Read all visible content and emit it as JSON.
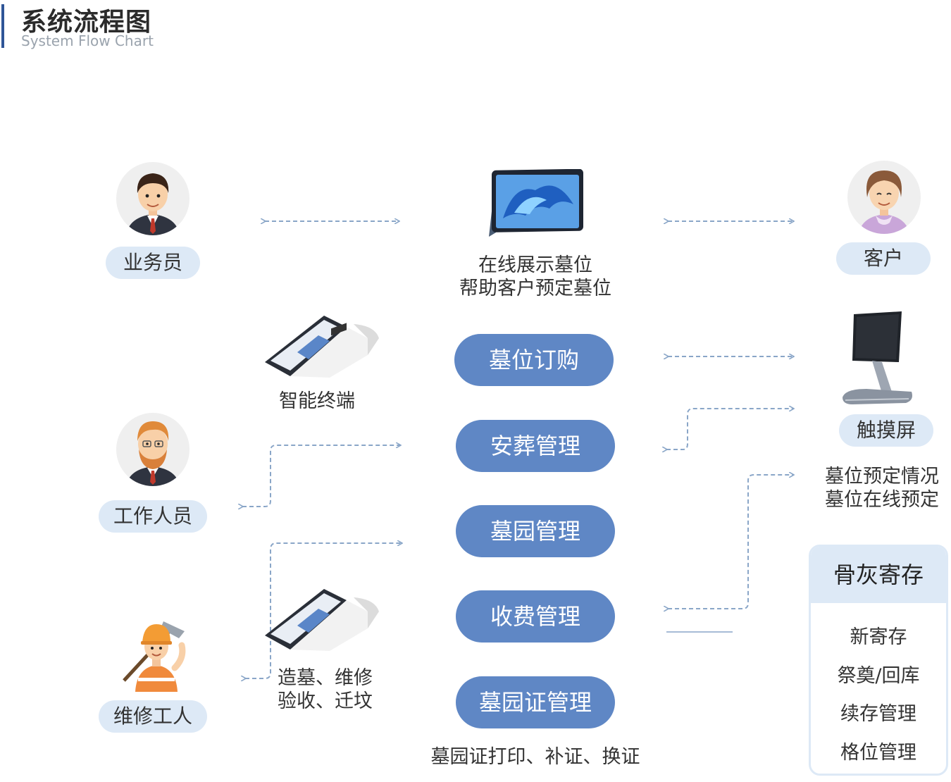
{
  "header": {
    "title": "系统流程图",
    "subtitle": "System Flow Chart"
  },
  "roles": {
    "salesman": "业务员",
    "customer": "客户",
    "staff": "工作人员",
    "worker": "维修工人"
  },
  "devices": {
    "terminal_label": "智能终端",
    "touchscreen_label": "触摸屏"
  },
  "captions": {
    "tablet": "在线展示墓位\n帮助客户预定墓位",
    "touchscreen": "墓位预定情况\n墓位在线预定",
    "worker_tasks": "造墓、维修\n验收、迁坟",
    "certificate": "墓园证打印、补证、换证"
  },
  "main_flow": [
    "墓位订购",
    "安葬管理",
    "墓园管理",
    "收费管理",
    "墓园证管理"
  ],
  "bone_storage": {
    "title": "骨灰寄存",
    "items": [
      "新寄存",
      "祭奠/回库",
      "续存管理",
      "格位管理"
    ]
  },
  "colors": {
    "accent": "#5f87c5",
    "pill_bg": "#dde9f6",
    "connector": "#8aa6c8"
  }
}
